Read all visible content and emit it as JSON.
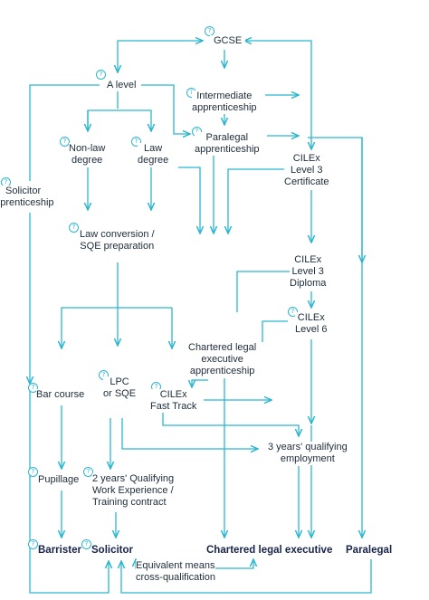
{
  "nodes": {
    "gcse": "GCSE",
    "a_level": "A level",
    "intermediate": [
      "Intermediate",
      "apprenticeship"
    ],
    "paralegal_app": [
      "Paralegal",
      "apprenticeship"
    ],
    "nonlaw": [
      "Non-law",
      "degree"
    ],
    "law": [
      "Law",
      "degree"
    ],
    "solicitor_app": [
      "Solicitor",
      "apprenticeship"
    ],
    "cilex3cert": [
      "CILEx",
      "Level 3",
      "Certificate"
    ],
    "conversion": [
      "Law conversion /",
      "SQE preparation"
    ],
    "cilex3dip": [
      "CILEx",
      "Level 3",
      "Diploma"
    ],
    "cilex6": [
      "CILEx",
      "Level 6"
    ],
    "chartered_app": [
      "Chartered legal",
      "executive",
      "apprenticeship"
    ],
    "bar_course": "Bar course",
    "lpc": [
      "LPC",
      "or SQE"
    ],
    "fasttrack": [
      "CILEx",
      "Fast Track"
    ],
    "qualifying": [
      "3 years' qualifying",
      "employment"
    ],
    "pupillage": "Pupillage",
    "twoyears": [
      "2 years' Qualifying",
      "Work Experience /",
      "Training contract"
    ],
    "barrister": "Barrister",
    "solicitor": "Solicitor",
    "chartered": "Chartered legal executive",
    "paralegal": "Paralegal",
    "equivalent": [
      "Equivalent means",
      "cross-qualification"
    ]
  },
  "info_icon": "?",
  "colors": {
    "line": "#2bb6cf",
    "text": "#1c2b3a",
    "bold": "#16234a"
  }
}
